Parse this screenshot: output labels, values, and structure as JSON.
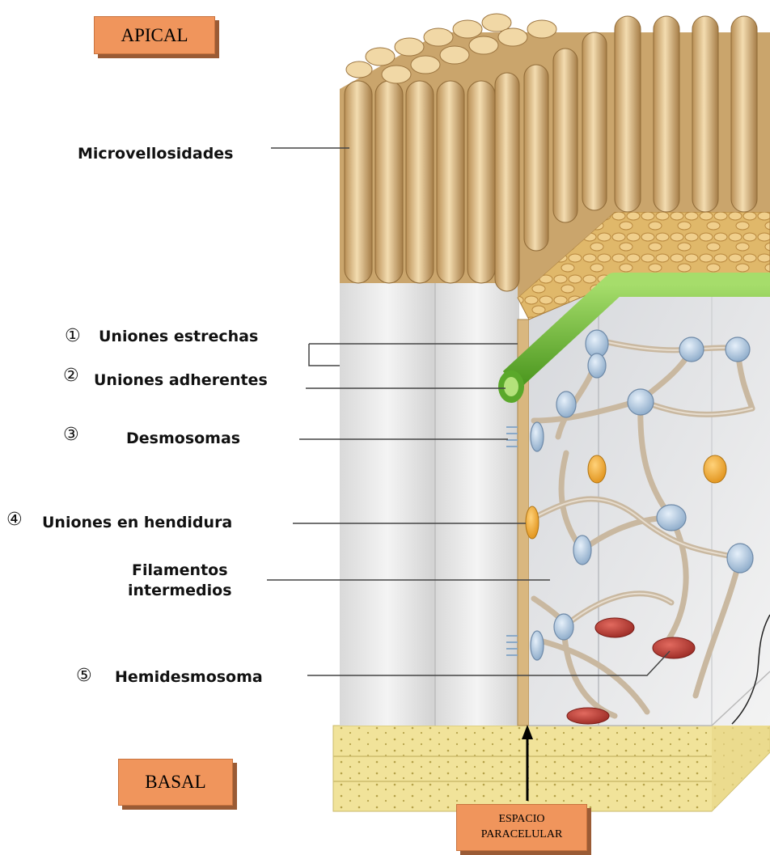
{
  "regions": {
    "apical": "APICAL",
    "basal": "BASAL",
    "paracellular": [
      "ESPACIO",
      "PARACELULAR"
    ]
  },
  "labels": {
    "microvilli": "Microvellosidades",
    "tight_junctions": {
      "num": "①",
      "text": "Uniones estrechas"
    },
    "adherens_junctions": {
      "num": "②",
      "text": "Uniones adherentes"
    },
    "desmosomes": {
      "num": "③",
      "text": "Desmosomas"
    },
    "gap_junctions": {
      "num": "④",
      "text": "Uniones en hendidura"
    },
    "intermediate_filaments": [
      "Filamentos",
      "intermedios"
    ],
    "hemidesmosome": {
      "num": "⑤",
      "text": "Hemidesmosoma"
    }
  },
  "colors": {
    "label_box": "#f0955c",
    "microvilli": "#e3c08a",
    "adhesion_belt": "#79c23d",
    "desmosome": "#a9c6e0",
    "gap_junction": "#f0a836",
    "hemidesmosome": "#c0443c",
    "basal_lamina": "#f0e29a"
  }
}
